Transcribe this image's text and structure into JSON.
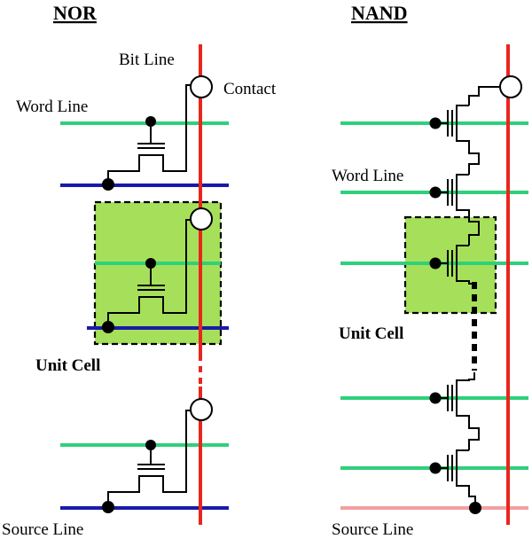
{
  "nor": {
    "title": "NOR",
    "bit_line_label": "Bit Line",
    "contact_label": "Contact",
    "word_line_label": "Word Line",
    "unit_cell_label": "Unit Cell",
    "source_line_label": "Source Line"
  },
  "nand": {
    "title": "NAND",
    "word_line_label": "Word Line",
    "unit_cell_label": "Unit Cell",
    "source_line_label": "Source Line"
  },
  "colors": {
    "bit_line": "#e8261d",
    "word_line": "#2fd07a",
    "source_line_nor": "#1a1aa8",
    "source_line_nand": "#f3a0a0",
    "unit_cell_fill": "#a6e05a",
    "wire": "#000000"
  }
}
